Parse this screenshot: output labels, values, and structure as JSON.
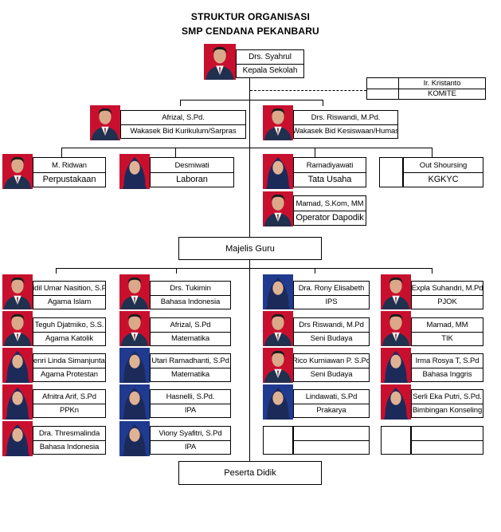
{
  "header": {
    "title_line1": "STRUKTUR ORGANISASI",
    "title_line2": "SMP CENDANA PEKANBARU"
  },
  "colors": {
    "photo_bg_red": "#c8102e",
    "photo_bg_blue": "#1f3a8f",
    "line": "#000000",
    "background": "#ffffff"
  },
  "head": {
    "name": "Drs. Syahrul",
    "role": "Kepala Sekolah"
  },
  "komite": {
    "name": "Ir. Kristanto",
    "role": "KOMITE"
  },
  "wakasek": [
    {
      "name": "Afrizal, S.Pd.",
      "role": "Wakasek Bid Kurikulum/Sarpras"
    },
    {
      "name": "Drs. Riswandi, M.Pd.",
      "role": "Wakasek Bid Kesiswaan/Humas"
    }
  ],
  "staff": [
    {
      "name": "M. Ridwan",
      "role": "Perpustakaan"
    },
    {
      "name": "Desmiwati",
      "role": "Laboran"
    },
    {
      "name": "Ramadiyawati",
      "role": "Tata Usaha"
    },
    {
      "name": "Out Shoursing",
      "role": "KGKYC"
    },
    {
      "name": "Mamad, S.Kom, MM",
      "role": "Operator Dapodik"
    }
  ],
  "majelis_guru": "Majelis Guru",
  "peserta_didik": "Peserta Didik",
  "teachers": [
    [
      {
        "name": "Aidil Umar Nasition, S.Pd",
        "role": "Agama Islam"
      },
      {
        "name": "Teguh Djatmiko, S.S.",
        "role": "Agama Katolik"
      },
      {
        "name": "Henri Linda Simanjuntak,",
        "role": "Agama Protestan"
      },
      {
        "name": "Afnitra Arif, S.Pd",
        "role": "PPKn"
      },
      {
        "name": "Dra. Thresmalinda",
        "role": "Bahasa Indonesia"
      }
    ],
    [
      {
        "name": "Drs. Tukimin",
        "role": "Bahasa Indonesia"
      },
      {
        "name": "Afrizal, S.Pd",
        "role": "Matematika"
      },
      {
        "name": "Utari Ramadhanti, S.Pd",
        "role": "Matematika"
      },
      {
        "name": "Hasnelli, S.Pd.",
        "role": "IPA"
      },
      {
        "name": "Viony Syafitri, S.Pd",
        "role": "IPA"
      }
    ],
    [
      {
        "name": "Dra. Rony Elisabeth",
        "role": "IPS"
      },
      {
        "name": "Drs Riswandi, M.Pd",
        "role": "Seni Budaya"
      },
      {
        "name": "Rico Kurniawan P. S.Pd",
        "role": "Seni Budaya"
      },
      {
        "name": "Lindawati, S.Pd",
        "role": "Prakarya"
      }
    ],
    [
      {
        "name": "Expla Suhandri, M.Pd",
        "role": "PJOK"
      },
      {
        "name": "Mamad, MM",
        "role": "TIK"
      },
      {
        "name": "Irma Rosya T, S.Pd",
        "role": "Bahasa Inggris"
      },
      {
        "name": "Serli Eka Putri, S.Pd.",
        "role": "Bimbingan Konseling"
      }
    ]
  ]
}
